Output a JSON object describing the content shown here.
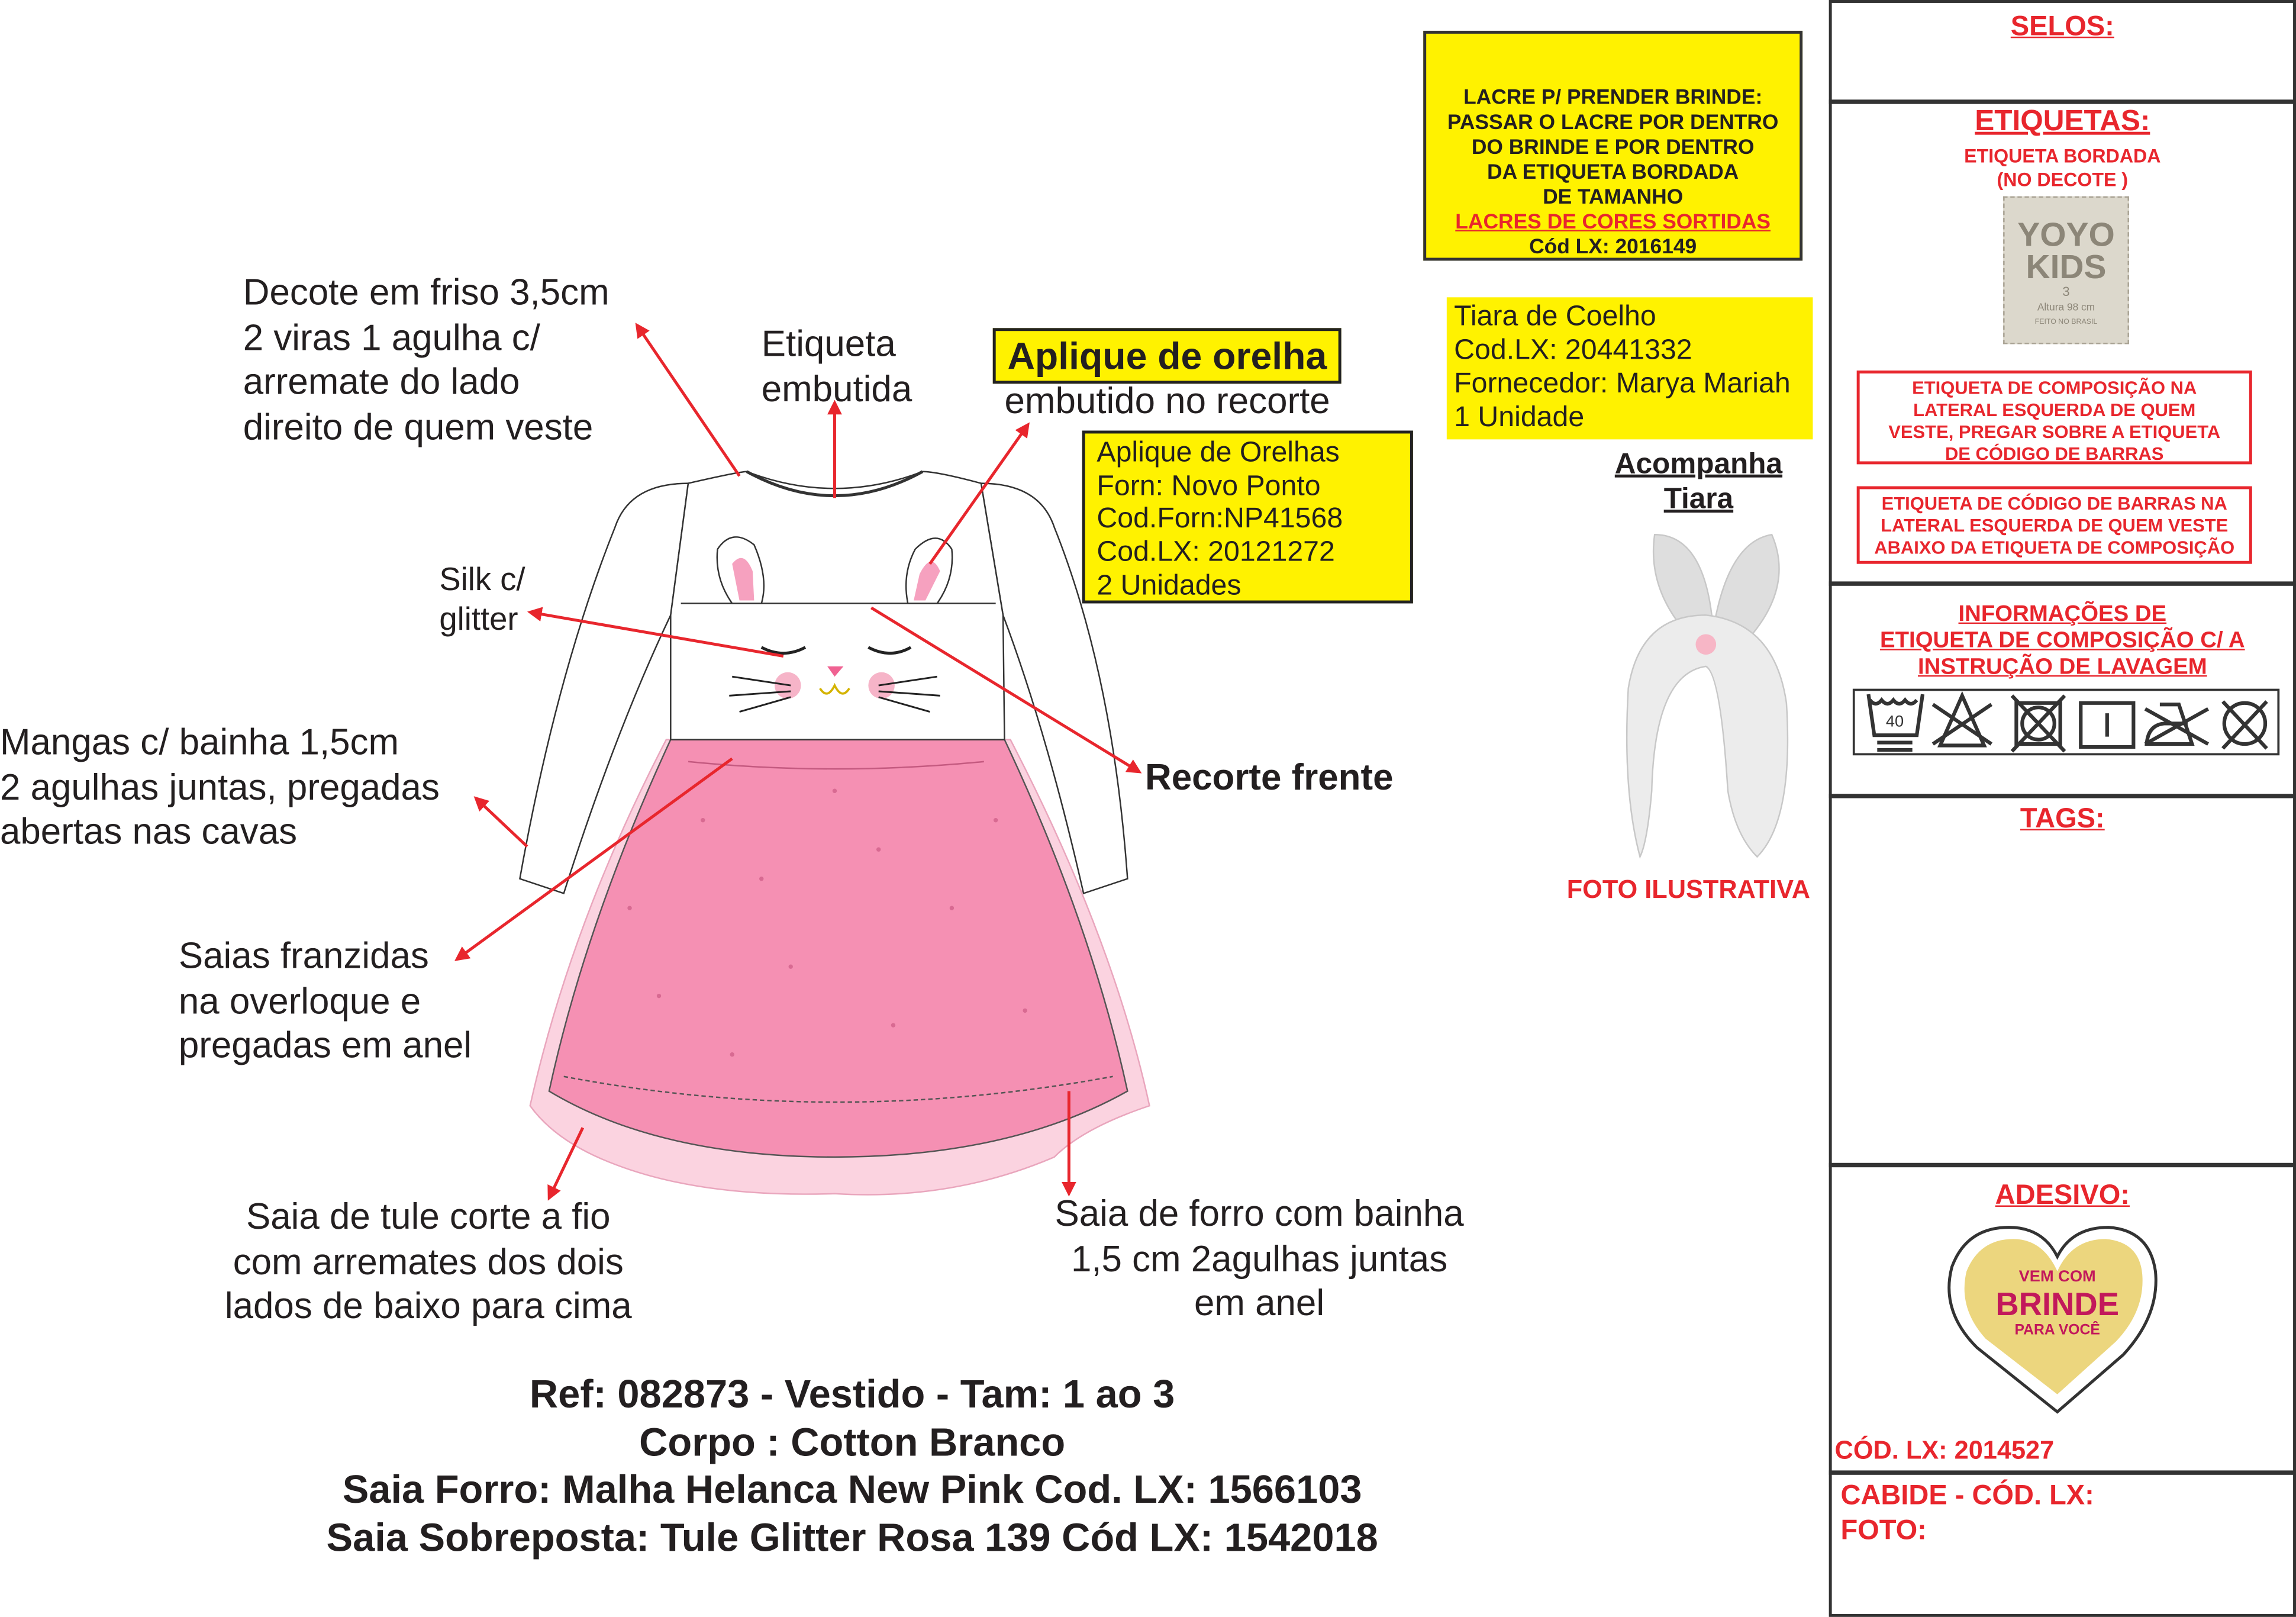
{
  "annotations": {
    "decote": [
      "Decote em friso 3,5cm",
      "2 viras 1 agulha c/",
      "arremate do lado",
      "direito de quem veste"
    ],
    "etiqueta_embutida": [
      "Etiqueta",
      "embutida"
    ],
    "aplique_title": "Aplique de orelha",
    "aplique_sub": "embutido no recorte",
    "silk": [
      "Silk c/",
      "glitter"
    ],
    "mangas": [
      "Mangas c/ bainha 1,5cm",
      "2 agulhas juntas, pregadas",
      "abertas nas cavas"
    ],
    "recorte": "Recorte frente",
    "saias_franzidas": [
      "Saias franzidas",
      "na overloque e",
      "pregadas em anel"
    ],
    "saia_tule": [
      "Saia de tule corte a fio",
      "com arremates dos dois",
      "lados de baixo para cima"
    ],
    "saia_forro": [
      "Saia de forro com bainha",
      "1,5 cm 2agulhas juntas",
      "em anel"
    ]
  },
  "aplique_box": [
    "Aplique de Orelhas",
    "Forn: Novo Ponto",
    "Cod.Forn:NP41568",
    "Cod.LX: 20121272",
    "2 Unidades"
  ],
  "lacre_box": {
    "lines": [
      "LACRE P/ PRENDER BRINDE:",
      "PASSAR O LACRE POR DENTRO",
      "DO BRINDE E POR DENTRO",
      "DA ETIQUETA BORDADA",
      "DE TAMANHO"
    ],
    "red_line": "LACRES DE CORES SORTIDAS",
    "code": "Cód LX: 2016149"
  },
  "tiara_box": [
    "Tiara de Coelho",
    "Cod.LX: 20441332",
    "Fornecedor: Marya Mariah",
    "1 Unidade"
  ],
  "acompanha": [
    "Acompanha",
    "Tiara"
  ],
  "foto_ilustrativa": "FOTO ILUSTRATIVA",
  "product": [
    "Ref: 082873 - Vestido - Tam: 1 ao 3",
    "Corpo : Cotton Branco",
    "Saia Forro: Malha Helanca New Pink Cod. LX: 1566103",
    "Saia Sobreposta: Tule Glitter Rosa 139 Cód LX: 1542018"
  ],
  "panel": {
    "selos": "SELOS:",
    "etiquetas": "ETIQUETAS:",
    "etiqueta_bordada": [
      "ETIQUETA BORDADA",
      "(NO DECOTE )"
    ],
    "label_logo": {
      "line1": "YOYO",
      "line2": "KIDS",
      "size": "3",
      "height": "Altura 98 cm",
      "made": "FEITO NO BRASIL"
    },
    "composicao_box": [
      "ETIQUETA DE COMPOSIÇÃO NA",
      "LATERAL ESQUERDA DE QUEM",
      "VESTE, PREGAR SOBRE A ETIQUETA",
      "DE CÓDIGO DE BARRAS"
    ],
    "barras_box": [
      "ETIQUETA DE CÓDIGO DE BARRAS NA",
      "LATERAL ESQUERDA DE QUEM VESTE",
      "ABAIXO DA ETIQUETA DE COMPOSIÇÃO"
    ],
    "informacoes": [
      "INFORMAÇÕES DE",
      "ETIQUETA DE COMPOSIÇÃO C/ A",
      "INSTRUÇÃO DE LAVAGEM"
    ],
    "wash_temp": "40",
    "wash_icons": [
      "wash-40-icon",
      "no-bleach-icon",
      "no-tumble-dry-icon",
      "line-dry-icon",
      "no-iron-icon",
      "no-dry-clean-icon"
    ],
    "tags": "TAGS:",
    "adesivo": "ADESIVO:",
    "sticker": {
      "top": "VEM COM",
      "main": "BRINDE",
      "bottom": "PARA VOCÊ"
    },
    "adesivo_code": "CÓD. LX: 2014527",
    "cabide": "CABIDE - CÓD. LX:",
    "foto": "FOTO:"
  },
  "colors": {
    "red": "#e8262d",
    "yellow": "#fff200",
    "pink": "#f6a1bf",
    "text": "#231f20"
  }
}
